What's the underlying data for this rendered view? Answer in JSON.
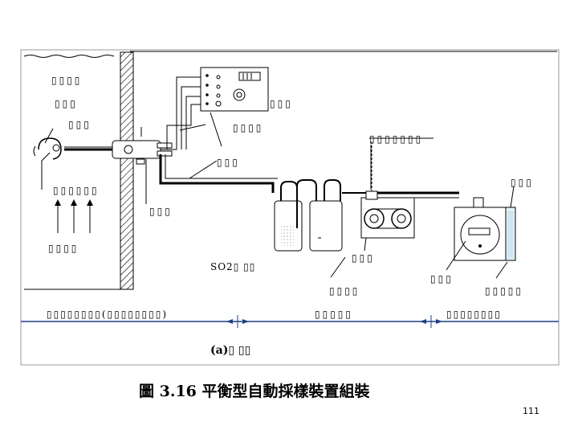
{
  "diagram": {
    "labels": [
      {
        "id": "outdoor",
        "text": "▯▯▯▯"
      },
      {
        "id": "indoor",
        "text": "▯▯▯"
      },
      {
        "id": "probe",
        "text": "▯▯▯"
      },
      {
        "id": "control-box",
        "text": "▯▯▯▯"
      },
      {
        "id": "controller",
        "text": "▯▯▯"
      },
      {
        "id": "tube",
        "text": "▯▯▯"
      },
      {
        "id": "flowmeter",
        "text": "▯▯▯▯▯▯▯"
      },
      {
        "id": "meter",
        "text": "▯▯▯"
      },
      {
        "id": "sampling-head",
        "text": "▯▯▯▯▯▯"
      },
      {
        "id": "wall",
        "text": "▯▯▯"
      },
      {
        "id": "airflow",
        "text": "▯▯▯▯"
      },
      {
        "id": "so2",
        "text": "SO2▯ ▯▯"
      },
      {
        "id": "pump",
        "text": "▯▯▯"
      },
      {
        "id": "pump-label",
        "text": "▯▯▯▯"
      },
      {
        "id": "gas-meter",
        "text": "▯▯▯"
      },
      {
        "id": "thermometer",
        "text": "▯▯▯▯▯"
      },
      {
        "id": "section-left",
        "text": "▯▯▯▯▯▯▯▯(▯▯▯▯▯▯▯▯)"
      },
      {
        "id": "section-mid",
        "text": "▯▯▯▯▯"
      },
      {
        "id": "section-right",
        "text": "▯▯▯▯▯▯▯▯"
      }
    ],
    "sublabel": "(a)▯ ▯▯"
  },
  "caption": "圖 3.16 平衡型自動採樣裝置組裝",
  "page_number": "111"
}
